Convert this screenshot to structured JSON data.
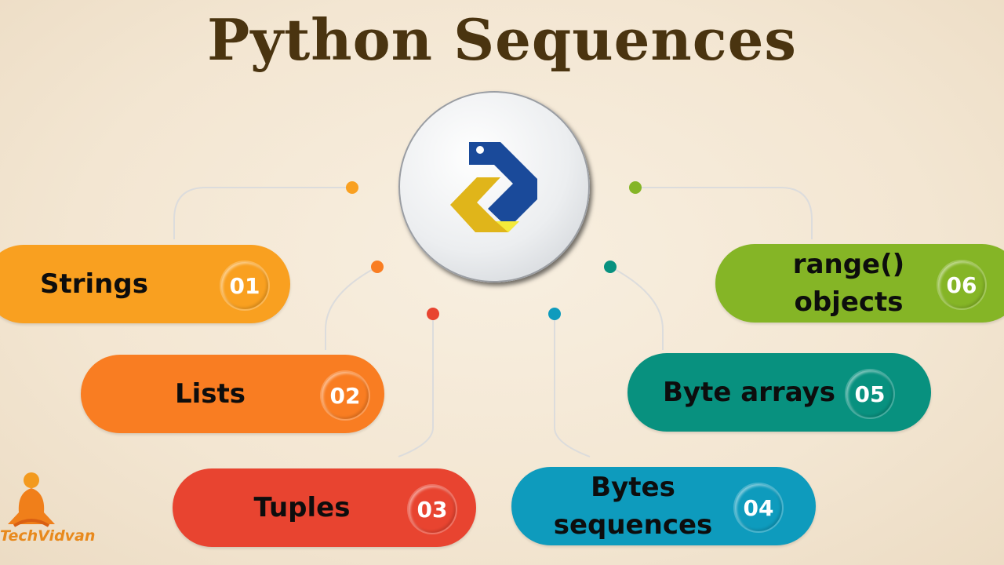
{
  "title": "Python Sequences",
  "hub": {
    "icon": "python-logo-icon"
  },
  "items": [
    {
      "label": "Strings",
      "number": "01",
      "color": "#f9a020"
    },
    {
      "label": "Lists",
      "number": "02",
      "color": "#f97d22"
    },
    {
      "label": "Tuples",
      "number": "03",
      "color": "#e84430"
    },
    {
      "label": "Bytes sequences",
      "number": "04",
      "color": "#0e9bbd"
    },
    {
      "label": "Byte arrays",
      "number": "05",
      "color": "#08917f"
    },
    {
      "label": "range() objects",
      "number": "06",
      "color": "#85b526"
    }
  ],
  "brand": {
    "name": "TechVidvan"
  }
}
